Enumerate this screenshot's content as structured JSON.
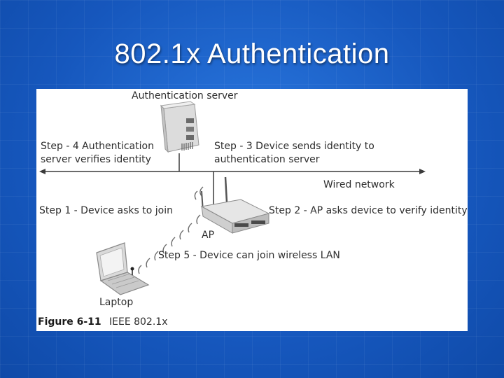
{
  "slide": {
    "title": "802.1x Authentication"
  },
  "figure": {
    "labels": {
      "auth_server": "Authentication server",
      "step4_line1": "Step - 4 Authentication",
      "step4_line2": "server verifies identity",
      "step3_line1": "Step - 3 Device sends identity to",
      "step3_line2": "authentication server",
      "wired_network": "Wired network",
      "step1": "Step 1 - Device asks to join",
      "step2": "Step 2 - AP asks device to verify identity",
      "ap": "AP",
      "step5": "Step 5 - Device can join wireless LAN",
      "laptop": "Laptop"
    },
    "caption": {
      "figure_number": "Figure 6-11",
      "text": "IEEE 802.1x"
    }
  },
  "icons": [
    "server-icon",
    "access-point-icon",
    "laptop-icon",
    "wireless-signal-icon"
  ]
}
